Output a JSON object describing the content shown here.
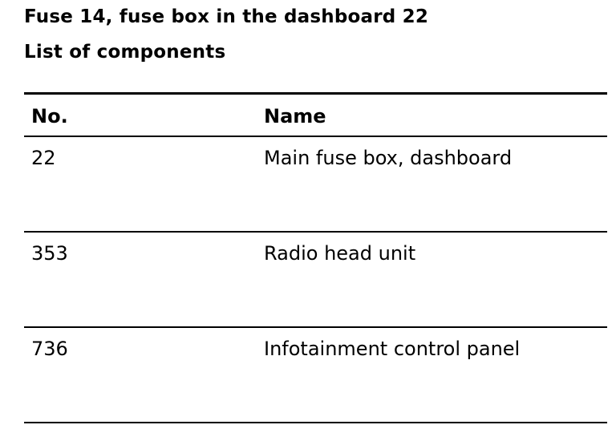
{
  "document": {
    "title": "Fuse 14, fuse box in the dashboard 22",
    "subtitle": "List of components"
  },
  "table": {
    "headers": [
      "No.",
      "Name"
    ],
    "rows": [
      {
        "no": "22",
        "name": "Main fuse box, dashboard"
      },
      {
        "no": "353",
        "name": "Radio head unit"
      },
      {
        "no": "736",
        "name": "Infotainment control panel"
      }
    ]
  }
}
